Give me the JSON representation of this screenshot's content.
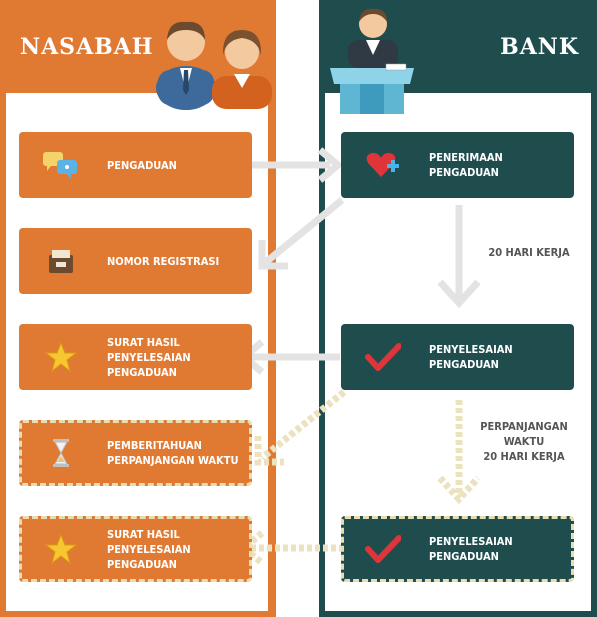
{
  "nasabah": {
    "title": "NASABAH",
    "steps": [
      {
        "label": "PENGADUAN",
        "icon": "chat-bubbles-icon"
      },
      {
        "label": "NOMOR REGISTRASI",
        "icon": "register-box-icon"
      },
      {
        "label": "SURAT HASIL\nPENYELESAIAN\nPENGADUAN",
        "icon": "star-icon"
      },
      {
        "label": "PEMBERITAHUAN\nPERPANJANGAN WAKTU",
        "icon": "hourglass-icon"
      },
      {
        "label": "SURAT HASIL\nPENYELESAIAN\nPENGADUAN",
        "icon": "star-icon"
      }
    ]
  },
  "bank": {
    "title": "BANK",
    "steps": [
      {
        "label": "PENERIMAAN\nPENGADUAN",
        "icon": "heart-plus-icon"
      },
      {
        "label": "PENYELESAIAN\nPENGADUAN",
        "icon": "checkmark-icon"
      },
      {
        "label": "PENYELESAIAN\nPENGADUAN",
        "icon": "checkmark-icon"
      }
    ],
    "notes": {
      "first": "20 HARI KERJA",
      "second": "PERPANJANGAN\nWAKTU\n20 HARI KERJA"
    }
  },
  "colors": {
    "orange": "#e07a33",
    "teal": "#1f4d4e",
    "arrow": "#e6e6e6",
    "dashed_arrow": "#ece2bf"
  }
}
